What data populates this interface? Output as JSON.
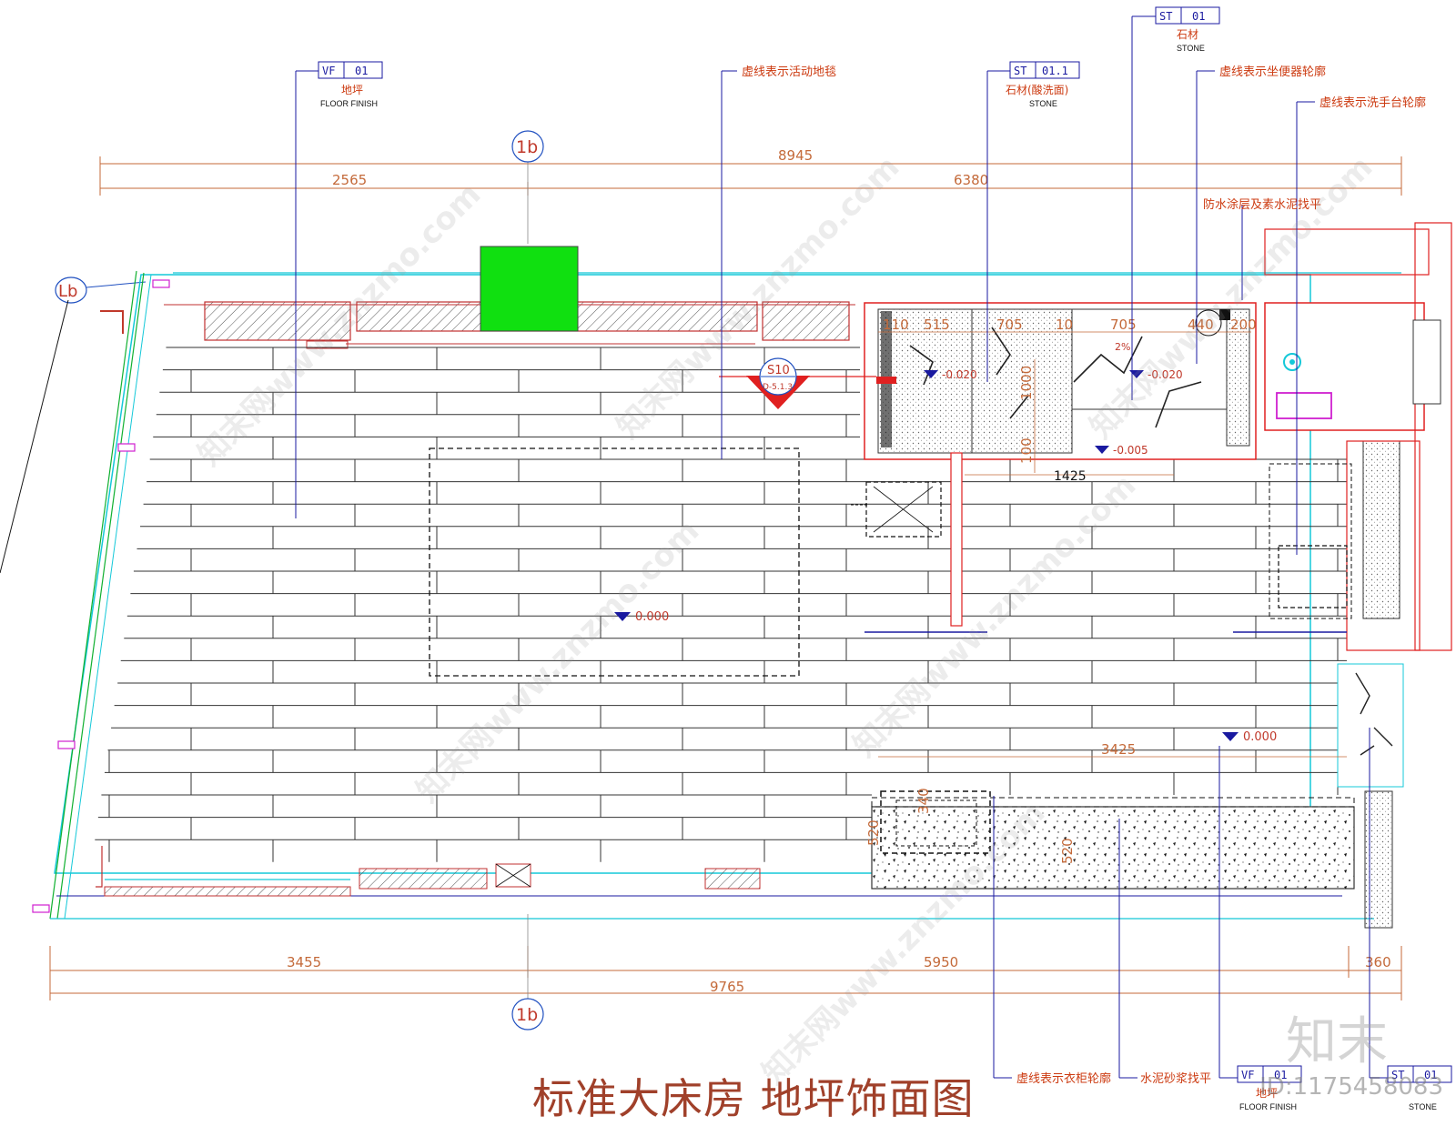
{
  "title": "标准大床房 地坪饰面图",
  "watermark": {
    "text": "知末网www.znzmo.com",
    "logo": "知末",
    "id": "ID:1175458083"
  },
  "grid_labels": {
    "top_axis": "1b",
    "bottom_axis": "1b",
    "left_axis": "Lb"
  },
  "dimensions": {
    "top_total": "8945",
    "top_left": "2565",
    "top_right": "6380",
    "bottom_left": "3455",
    "bottom_mid": "5950",
    "bottom_right": "360",
    "bottom_total": "9765",
    "bath_a": "110",
    "bath_b": "515",
    "bath_c": "705",
    "bath_d": "10",
    "bath_e": "705",
    "bath_f": "440",
    "bath_g": "200",
    "bath_depth": "1000",
    "bath_sill": "100",
    "bath_width": "1425",
    "wardrobe_length": "3425",
    "wardrobe_depth": "520",
    "wardrobe_small_a": "520",
    "wardrobe_small_b": "340"
  },
  "levels": {
    "main": "0.000",
    "bath_1": "-0.020",
    "bath_2": "-0.020",
    "bath_3": "-0.005",
    "wardrobe": "0.000"
  },
  "slope": "2%",
  "section_marker": {
    "id": "S10",
    "ref": "D-5.1.3"
  },
  "tags": {
    "vf01_top": {
      "code": "VF",
      "num": "01",
      "cn": "地坪",
      "en": "FLOOR FINISH"
    },
    "st011": {
      "code": "ST",
      "num": "01.1",
      "cn": "石材(酸洗面)",
      "en": "STONE"
    },
    "st01_top": {
      "code": "ST",
      "num": "01",
      "cn": "石材",
      "en": "STONE"
    },
    "vf01_bottom": {
      "code": "VF",
      "num": "01",
      "cn": "地坪",
      "en": "FLOOR FINISH"
    },
    "st01_bottom": {
      "code": "ST",
      "num": "01",
      "cn": "",
      "en": "STONE"
    }
  },
  "notes": {
    "carpet": "虚线表示活动地毯",
    "toilet": "虚线表示坐便器轮廓",
    "basin": "虚线表示洗手台轮廓",
    "waterproof": "防水涂层及素水泥找平",
    "wardrobe": "虚线表示衣柜轮廓",
    "screed": "水泥砂浆找平"
  },
  "colors": {
    "wall": "#e02020",
    "cyan": "#14c8d8",
    "accent_green": "#10e010",
    "leader": "#1a1aa0",
    "magenta": "#d020d0"
  }
}
